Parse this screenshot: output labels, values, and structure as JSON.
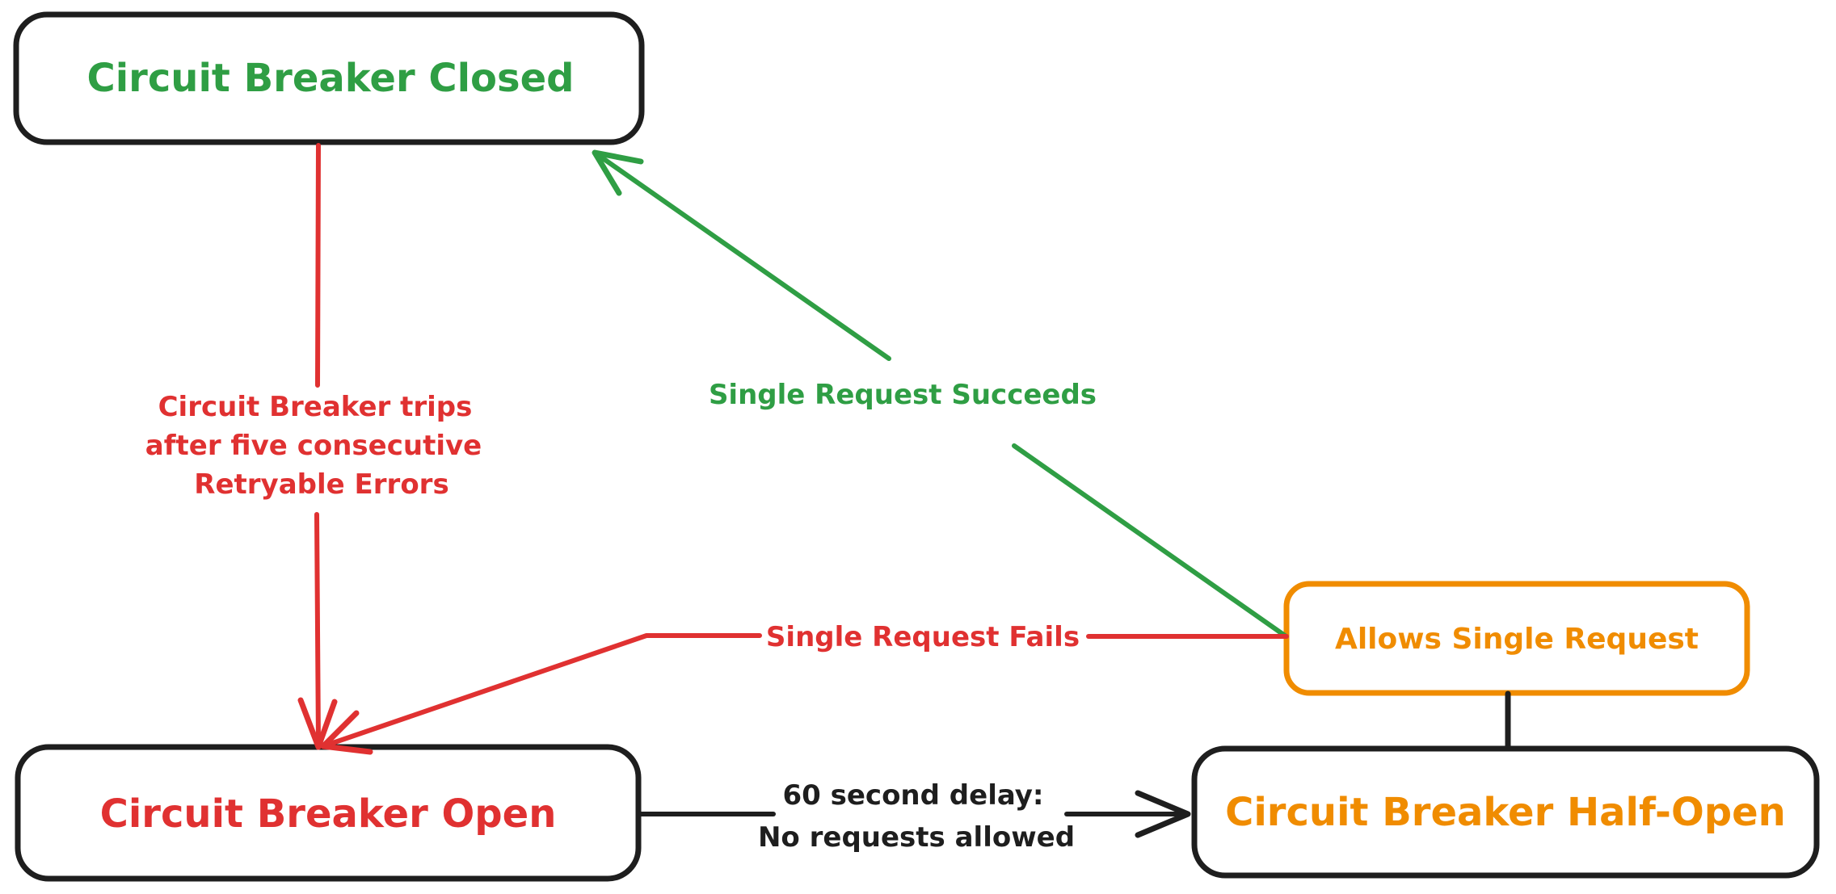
{
  "colors": {
    "green": "#2f9e44",
    "red": "#e03131",
    "orange": "#f08c00",
    "black": "#1e1e1e",
    "background": "#ffffff"
  },
  "nodes": {
    "closed": {
      "label": "Circuit Breaker Closed",
      "text_color": "#2f9e44",
      "border_color": "#1e1e1e"
    },
    "open": {
      "label": "Circuit Breaker Open",
      "text_color": "#e03131",
      "border_color": "#1e1e1e"
    },
    "half_open": {
      "label": "Circuit Breaker Half-Open",
      "text_color": "#f08c00",
      "border_color": "#1e1e1e"
    },
    "allows": {
      "label": "Allows Single Request",
      "text_color": "#f08c00",
      "border_color": "#f08c00"
    }
  },
  "edges": {
    "trips": {
      "color": "#e03131",
      "label_lines": [
        "Circuit Breaker trips",
        "after five consecutive",
        "Retryable Errors"
      ]
    },
    "succeeds": {
      "color": "#2f9e44",
      "label": "Single Request Succeeds"
    },
    "fails": {
      "color": "#e03131",
      "label": "Single Request Fails"
    },
    "delay": {
      "color": "#1e1e1e",
      "label_lines": [
        "60 second delay:",
        "No requests allowed"
      ]
    },
    "connector": {
      "color": "#1e1e1e"
    }
  }
}
